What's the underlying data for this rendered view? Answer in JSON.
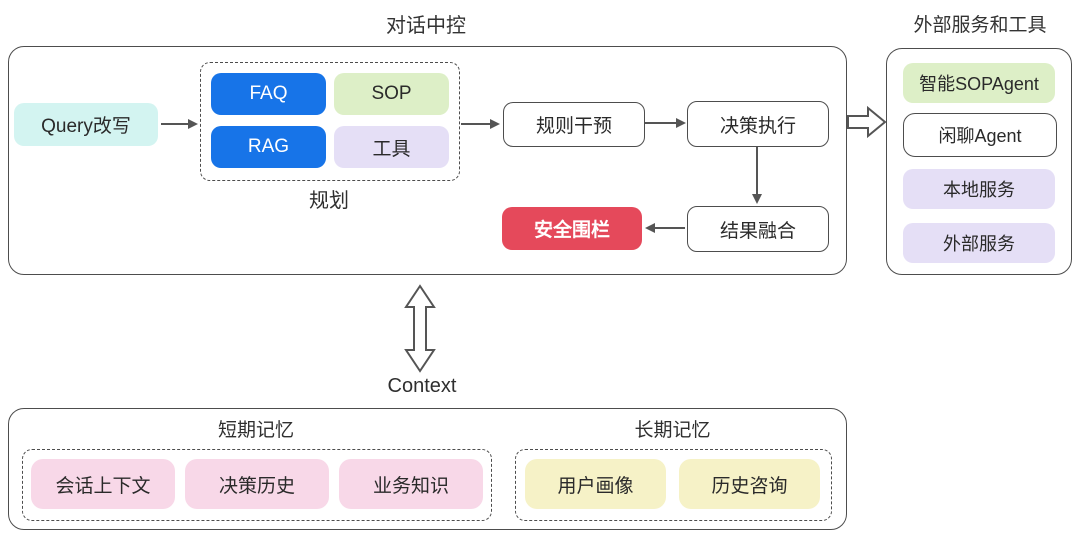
{
  "titles": {
    "dialog_control": "对话中控",
    "external_services": "外部服务和工具",
    "context": "Context"
  },
  "pipeline": {
    "query_rewrite": "Query改写",
    "rule_intervention": "规则干预",
    "decision_execution": "决策执行",
    "safety_guardrail": "安全围栏",
    "result_fusion": "结果融合"
  },
  "planning": {
    "label": "规划",
    "items": [
      {
        "label": "FAQ",
        "style": "blue"
      },
      {
        "label": "SOP",
        "style": "green"
      },
      {
        "label": "RAG",
        "style": "blue"
      },
      {
        "label": "工具",
        "style": "purple"
      }
    ]
  },
  "external_panel": {
    "items": [
      {
        "label": "智能SOPAgent",
        "style": "green"
      },
      {
        "label": "闲聊Agent",
        "style": "outline"
      },
      {
        "label": "本地服务",
        "style": "purple"
      },
      {
        "label": "外部服务",
        "style": "purple"
      }
    ]
  },
  "memory": {
    "short_term": {
      "label": "短期记忆",
      "items": [
        "会话上下文",
        "决策历史",
        "业务知识"
      ]
    },
    "long_term": {
      "label": "长期记忆",
      "items": [
        "用户画像",
        "历史咨询"
      ]
    }
  },
  "colors": {
    "blue": "#1774e8",
    "light_green": "#ddefc7",
    "light_purple": "#e5dff6",
    "light_cyan": "#d3f4f1",
    "red": "#e5495b",
    "pink": "#f8d8e8",
    "light_yellow": "#f6f2c7",
    "border": "#4d4d4d",
    "arrow": "#555555"
  }
}
